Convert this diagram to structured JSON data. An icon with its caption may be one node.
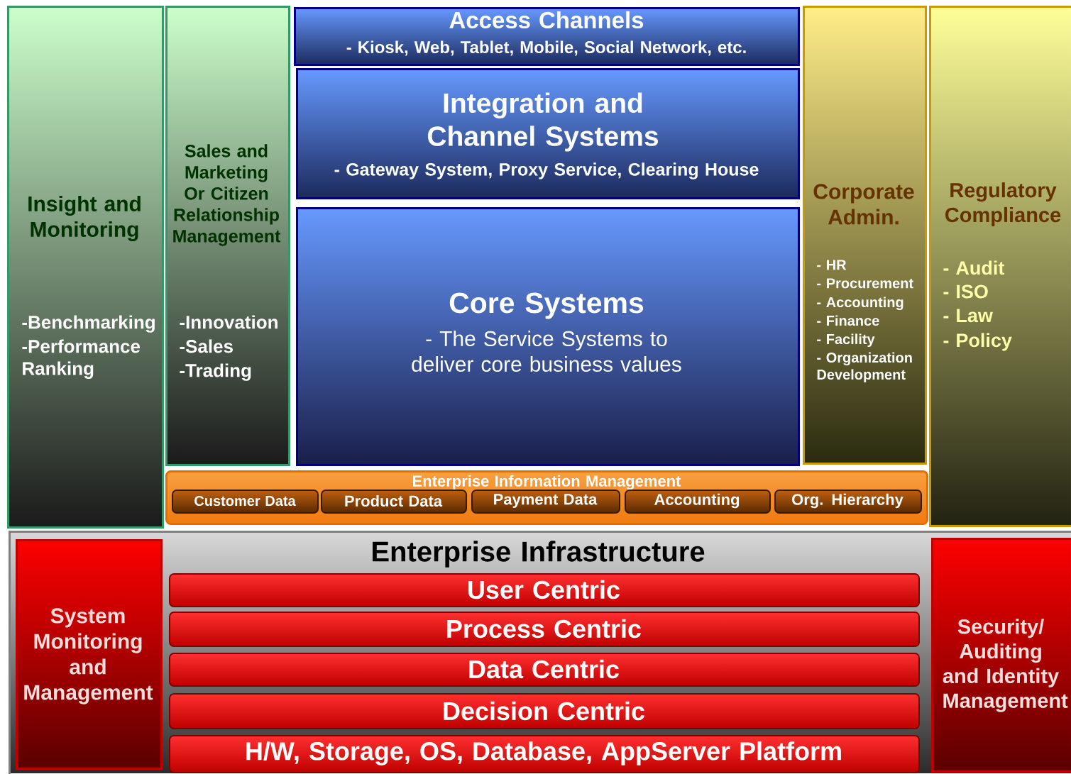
{
  "diagram": {
    "nodes": [
      {
        "text": [
          "Insight and Monitoring",
          "-Benchmarking",
          "-Performance Ranking"
        ]
      },
      {
        "text": [
          "Sales and Marketing Or Citizen Relationship Management",
          "-Innovation",
          "-Sales",
          "-Trading"
        ]
      },
      {
        "text": [
          "Access Channels",
          "- Kiosk, Web, Tablet, Mobile, Social Network, etc."
        ]
      },
      {
        "text": [
          "Integration and Channel Systems",
          "- Gateway System, Proxy Service, Clearing House"
        ]
      },
      {
        "text": [
          "Core Systems",
          "- The Service Systems to deliver core business values"
        ]
      },
      {
        "text": [
          "Corporate Admin.",
          "- HR",
          "- Procurement",
          "- Accounting",
          "- Finance",
          "- Facility",
          "- Organization Development"
        ]
      },
      {
        "text": [
          "Regulatory Compliance",
          "-  Audit",
          "-  ISO",
          "-  Law",
          "-  Policy"
        ]
      },
      {
        "text": [
          "Enterprise Information Management"
        ]
      },
      {
        "text": [
          "Customer Data"
        ],
        "in": 7
      },
      {
        "text": [
          "Product Data"
        ],
        "in": 7
      },
      {
        "text": [
          "Payment Data"
        ],
        "in": 7
      },
      {
        "text": [
          "Accounting"
        ],
        "in": 7
      },
      {
        "text": [
          "Org. Hierarchy"
        ],
        "in": 7
      },
      {
        "text": [
          "Enterprise Infrastructure"
        ]
      },
      {
        "text": [
          "System Monitoring and Management"
        ],
        "in": 13
      },
      {
        "text": [
          "User Centric"
        ],
        "in": 13
      },
      {
        "text": [
          "Process Centric"
        ],
        "in": 13
      },
      {
        "text": [
          "Data Centric"
        ],
        "in": 13
      },
      {
        "text": [
          "Decision Centric"
        ],
        "in": 13
      },
      {
        "text": [
          "H/W, Storage, OS, Database, AppServer Platform"
        ],
        "in": 13
      },
      {
        "text": [
          "Security/ Auditing and Identity Management"
        ],
        "in": 13
      }
    ]
  }
}
